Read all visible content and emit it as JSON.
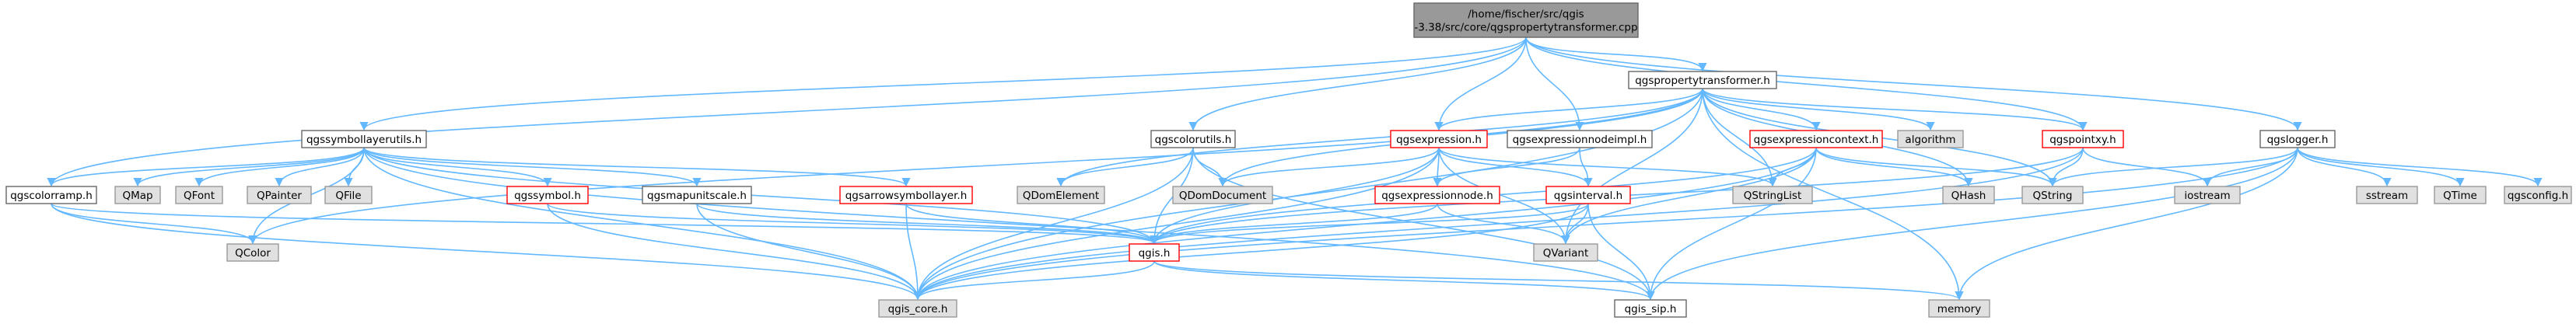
{
  "diagram": {
    "colors": {
      "edge": "#63b8ff",
      "root_fill": "#999999",
      "root_stroke": "#666666",
      "normal_fill": "#ffffff",
      "normal_stroke": "#666666",
      "missing_fill": "#ffffff",
      "missing_stroke": "#ff0000",
      "external_fill": "#e0e0e0",
      "external_stroke": "#999999"
    },
    "nodes": [
      {
        "id": "root",
        "label": "/home/fischer/src/qgis",
        "label2": "-3.38/src/core/qgspropertytransformer.cpp",
        "kind": "root"
      },
      {
        "id": "qgspropertytransformer",
        "label": "qgspropertytransformer.h",
        "kind": "normal"
      },
      {
        "id": "qgssymbollayerutils",
        "label": "qgssymbollayerutils.h",
        "kind": "normal"
      },
      {
        "id": "qgscolorutils",
        "label": "qgscolorutils.h",
        "kind": "normal"
      },
      {
        "id": "qgsexpression",
        "label": "qgsexpression.h",
        "kind": "missing"
      },
      {
        "id": "qgsexpressionnodeimpl",
        "label": "qgsexpressionnodeimpl.h",
        "kind": "normal"
      },
      {
        "id": "qgsexpressioncontext",
        "label": "qgsexpressioncontext.h",
        "kind": "missing"
      },
      {
        "id": "algorithm",
        "label": "algorithm",
        "kind": "external"
      },
      {
        "id": "qgspointxy",
        "label": "qgspointxy.h",
        "kind": "missing"
      },
      {
        "id": "qgslogger",
        "label": "qgslogger.h",
        "kind": "normal"
      },
      {
        "id": "qgscolorramp",
        "label": "qgscolorramp.h",
        "kind": "normal"
      },
      {
        "id": "QMap",
        "label": "QMap",
        "kind": "external"
      },
      {
        "id": "QFont",
        "label": "QFont",
        "kind": "external"
      },
      {
        "id": "QPainter",
        "label": "QPainter",
        "kind": "external"
      },
      {
        "id": "QFile",
        "label": "QFile",
        "kind": "external"
      },
      {
        "id": "qgssymbol",
        "label": "qgssymbol.h",
        "kind": "missing"
      },
      {
        "id": "qgsmapunitscale",
        "label": "qgsmapunitscale.h",
        "kind": "normal"
      },
      {
        "id": "qgsarrowsymbollayer",
        "label": "qgsarrowsymbollayer.h",
        "kind": "missing"
      },
      {
        "id": "QDomElement",
        "label": "QDomElement",
        "kind": "external"
      },
      {
        "id": "QDomDocument",
        "label": "QDomDocument",
        "kind": "external"
      },
      {
        "id": "qgsexpressionnode",
        "label": "qgsexpressionnode.h",
        "kind": "missing"
      },
      {
        "id": "qgsinterval",
        "label": "qgsinterval.h",
        "kind": "missing"
      },
      {
        "id": "QStringList",
        "label": "QStringList",
        "kind": "external"
      },
      {
        "id": "QHash",
        "label": "QHash",
        "kind": "external"
      },
      {
        "id": "QString",
        "label": "QString",
        "kind": "external"
      },
      {
        "id": "iostream",
        "label": "iostream",
        "kind": "external"
      },
      {
        "id": "sstream",
        "label": "sstream",
        "kind": "external"
      },
      {
        "id": "QTime",
        "label": "QTime",
        "kind": "external"
      },
      {
        "id": "qgsconfig",
        "label": "qgsconfig.h",
        "kind": "external"
      },
      {
        "id": "QColor",
        "label": "QColor",
        "kind": "external"
      },
      {
        "id": "qgis",
        "label": "qgis.h",
        "kind": "missing"
      },
      {
        "id": "QVariant",
        "label": "QVariant",
        "kind": "external"
      },
      {
        "id": "qgis_core",
        "label": "qgis_core.h",
        "kind": "external"
      },
      {
        "id": "qgis_sip",
        "label": "qgis_sip.h",
        "kind": "normal"
      },
      {
        "id": "memory",
        "label": "memory",
        "kind": "external"
      }
    ],
    "edges": [
      [
        "root",
        "qgspropertytransformer"
      ],
      [
        "root",
        "qgssymbollayerutils"
      ],
      [
        "root",
        "qgscolorutils"
      ],
      [
        "root",
        "qgsexpression"
      ],
      [
        "root",
        "qgsexpressionnodeimpl"
      ],
      [
        "root",
        "qgspointxy"
      ],
      [
        "root",
        "qgslogger"
      ],
      [
        "root",
        "qgscolorramp"
      ],
      [
        "qgspropertytransformer",
        "qgsexpression"
      ],
      [
        "qgspropertytransformer",
        "qgsexpressioncontext"
      ],
      [
        "qgspropertytransformer",
        "algorithm"
      ],
      [
        "qgspropertytransformer",
        "qgspointxy"
      ],
      [
        "qgspropertytransformer",
        "QHash"
      ],
      [
        "qgspropertytransformer",
        "QString"
      ],
      [
        "qgspropertytransformer",
        "QStringList"
      ],
      [
        "qgspropertytransformer",
        "QDomElement"
      ],
      [
        "qgspropertytransformer",
        "QDomDocument"
      ],
      [
        "qgspropertytransformer",
        "QVariant"
      ],
      [
        "qgspropertytransformer",
        "QColor"
      ],
      [
        "qgspropertytransformer",
        "qgis_core"
      ],
      [
        "qgspropertytransformer",
        "memory"
      ],
      [
        "qgssymbollayerutils",
        "qgscolorramp"
      ],
      [
        "qgssymbollayerutils",
        "QMap"
      ],
      [
        "qgssymbollayerutils",
        "QFont"
      ],
      [
        "qgssymbollayerutils",
        "QPainter"
      ],
      [
        "qgssymbollayerutils",
        "QFile"
      ],
      [
        "qgssymbollayerutils",
        "qgssymbol"
      ],
      [
        "qgssymbollayerutils",
        "qgsmapunitscale"
      ],
      [
        "qgssymbollayerutils",
        "qgsarrowsymbollayer"
      ],
      [
        "qgssymbollayerutils",
        "QColor"
      ],
      [
        "qgssymbollayerutils",
        "qgis"
      ],
      [
        "qgssymbollayerutils",
        "qgis_core"
      ],
      [
        "qgssymbollayerutils",
        "qgis_sip"
      ],
      [
        "qgscolorutils",
        "QDomElement"
      ],
      [
        "qgscolorutils",
        "QDomDocument"
      ],
      [
        "qgscolorutils",
        "qgis"
      ],
      [
        "qgscolorutils",
        "qgis_core"
      ],
      [
        "qgscolorutils",
        "qgis_sip"
      ],
      [
        "qgsexpression",
        "QDomDocument"
      ],
      [
        "qgsexpression",
        "qgsexpressionnode"
      ],
      [
        "qgsexpression",
        "qgsinterval"
      ],
      [
        "qgsexpression",
        "QStringList"
      ],
      [
        "qgsexpression",
        "QVariant"
      ],
      [
        "qgsexpression",
        "qgis"
      ],
      [
        "qgsexpression",
        "qgis_core"
      ],
      [
        "qgsexpressionnodeimpl",
        "qgsexpressionnode"
      ],
      [
        "qgsexpressionnodeimpl",
        "qgsinterval"
      ],
      [
        "qgsexpressioncontext",
        "QStringList"
      ],
      [
        "qgsexpressioncontext",
        "QHash"
      ],
      [
        "qgsexpressioncontext",
        "QString"
      ],
      [
        "qgsexpressioncontext",
        "QVariant"
      ],
      [
        "qgsexpressioncontext",
        "qgis_core"
      ],
      [
        "qgsexpressioncontext",
        "qgis_sip"
      ],
      [
        "qgsexpressioncontext",
        "qgis"
      ],
      [
        "qgspointxy",
        "QString"
      ],
      [
        "qgspointxy",
        "iostream"
      ],
      [
        "qgspointxy",
        "qgis"
      ],
      [
        "qgspointxy",
        "qgis_core"
      ],
      [
        "qgslogger",
        "iostream"
      ],
      [
        "qgslogger",
        "sstream"
      ],
      [
        "qgslogger",
        "QTime"
      ],
      [
        "qgslogger",
        "qgsconfig"
      ],
      [
        "qgslogger",
        "QString"
      ],
      [
        "qgslogger",
        "qgis_core"
      ],
      [
        "qgslogger",
        "qgis_sip"
      ],
      [
        "qgslogger",
        "memory"
      ],
      [
        "qgscolorramp",
        "QColor"
      ],
      [
        "qgscolorramp",
        "qgis"
      ],
      [
        "qgscolorramp",
        "qgis_core"
      ],
      [
        "qgssymbol",
        "qgis"
      ],
      [
        "qgssymbol",
        "qgis_core"
      ],
      [
        "qgsmapunitscale",
        "qgis"
      ],
      [
        "qgsmapunitscale",
        "qgis_core"
      ],
      [
        "qgsarrowsymbollayer",
        "qgis"
      ],
      [
        "qgsarrowsymbollayer",
        "qgis_core"
      ],
      [
        "qgsexpressionnode",
        "qgis"
      ],
      [
        "qgsexpressionnode",
        "QVariant"
      ],
      [
        "qgsinterval",
        "qgis"
      ],
      [
        "qgsinterval",
        "QVariant"
      ],
      [
        "qgsinterval",
        "qgis_sip"
      ],
      [
        "qgsinterval",
        "qgis_core"
      ],
      [
        "qgis",
        "qgis_core"
      ],
      [
        "qgis",
        "qgis_sip"
      ],
      [
        "qgis",
        "memory"
      ]
    ]
  }
}
